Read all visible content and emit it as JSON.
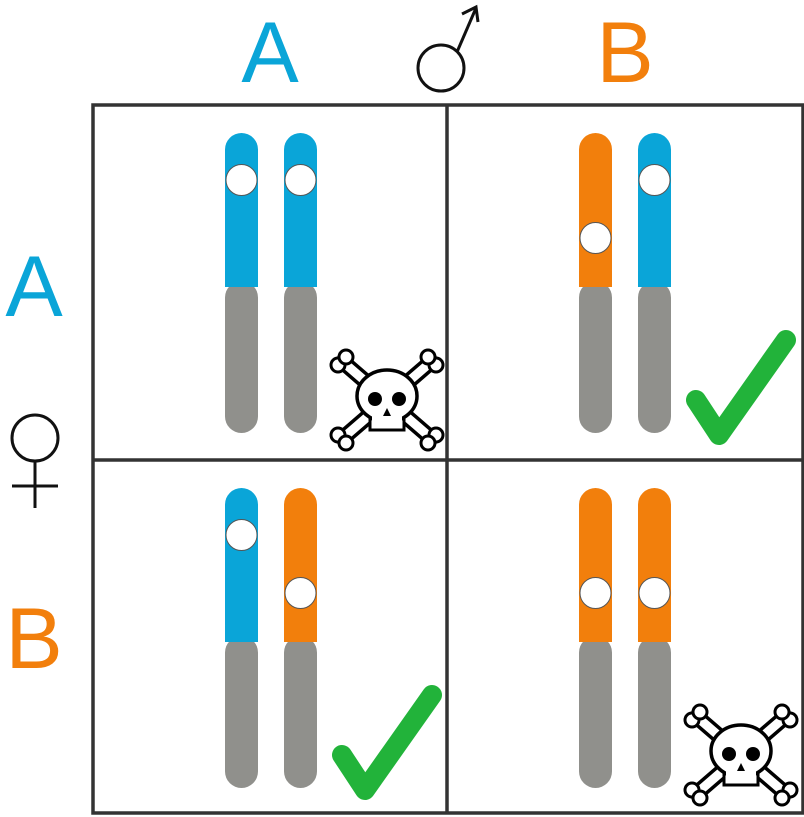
{
  "colors": {
    "A": "#0aa5d8",
    "B": "#f27f0c",
    "arm": "#90908c",
    "check": "#22b33a",
    "grid": "#333333"
  },
  "male_label": {
    "symbol": "♂",
    "alleles": [
      "A",
      "B"
    ]
  },
  "female_label": {
    "symbol": "♀",
    "alleles": [
      "A",
      "B"
    ]
  },
  "cells": [
    {
      "female": "A",
      "male": "A",
      "chromosomes": [
        "A",
        "A"
      ],
      "outcome": "lethal"
    },
    {
      "female": "A",
      "male": "B",
      "chromosomes": [
        "B",
        "A"
      ],
      "outcome": "viable"
    },
    {
      "female": "B",
      "male": "A",
      "chromosomes": [
        "A",
        "B"
      ],
      "outcome": "viable"
    },
    {
      "female": "B",
      "male": "B",
      "chromosomes": [
        "B",
        "B"
      ],
      "outcome": "lethal"
    }
  ]
}
